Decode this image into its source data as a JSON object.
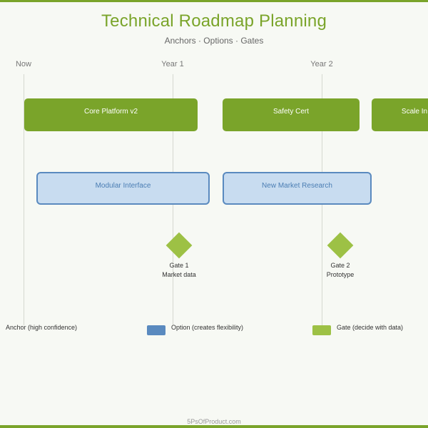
{
  "title": "Technical Roadmap Planning",
  "subtitle": "Anchors · Options · Gates",
  "timeline": [
    {
      "label": "Now"
    },
    {
      "label": "Year 1"
    },
    {
      "label": "Year 2"
    }
  ],
  "anchors": [
    {
      "label": "Core Platform v2"
    },
    {
      "label": "Safety Cert"
    },
    {
      "label": "Scale In"
    }
  ],
  "options": [
    {
      "label": "Modular Interface"
    },
    {
      "label": "New Market Research"
    }
  ],
  "gates": [
    {
      "name": "Gate 1",
      "detail": "Market data"
    },
    {
      "name": "Gate 2",
      "detail": "Prototype"
    }
  ],
  "legend": {
    "anchor": "Anchor (high confidence)",
    "option": "Option (creates flexibility)",
    "gate": "Gate (decide with data)"
  },
  "colors": {
    "anchor": "#7aa42a",
    "option_fill": "#c8dcf0",
    "option_border": "#5a8abf",
    "gate": "#9dc145"
  },
  "footer": "5PsOfProduct.com"
}
